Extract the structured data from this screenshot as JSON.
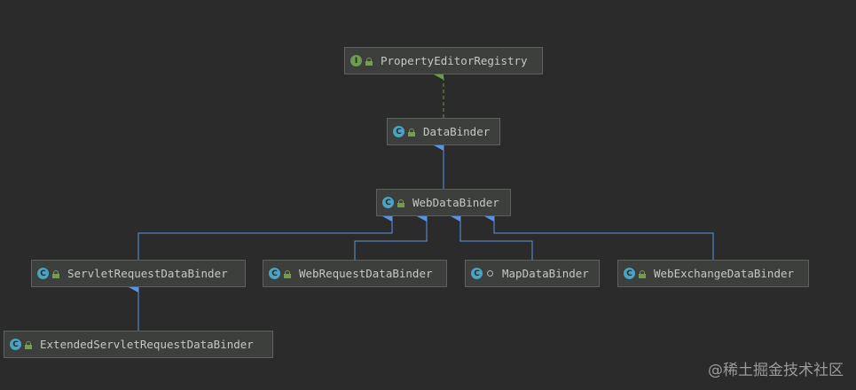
{
  "nodes": {
    "property_editor_registry": {
      "label": "PropertyEditorRegistry",
      "kind": "interface",
      "badge": "I"
    },
    "data_binder": {
      "label": "DataBinder",
      "kind": "class",
      "badge": "C"
    },
    "web_data_binder": {
      "label": "WebDataBinder",
      "kind": "class",
      "badge": "C"
    },
    "servlet_request_data_binder": {
      "label": "ServletRequestDataBinder",
      "kind": "class",
      "badge": "C"
    },
    "web_request_data_binder": {
      "label": "WebRequestDataBinder",
      "kind": "class",
      "badge": "C"
    },
    "map_data_binder": {
      "label": "MapDataBinder",
      "kind": "class",
      "badge": "C"
    },
    "web_exchange_data_binder": {
      "label": "WebExchangeDataBinder",
      "kind": "class",
      "badge": "C"
    },
    "extended_servlet_request_data_binder": {
      "label": "ExtendedServletRequestDataBinder",
      "kind": "class",
      "badge": "C"
    }
  },
  "edges": [
    {
      "from": "data_binder",
      "to": "property_editor_registry",
      "type": "implements"
    },
    {
      "from": "web_data_binder",
      "to": "data_binder",
      "type": "extends"
    },
    {
      "from": "servlet_request_data_binder",
      "to": "web_data_binder",
      "type": "extends"
    },
    {
      "from": "web_request_data_binder",
      "to": "web_data_binder",
      "type": "extends"
    },
    {
      "from": "map_data_binder",
      "to": "web_data_binder",
      "type": "extends"
    },
    {
      "from": "web_exchange_data_binder",
      "to": "web_data_binder",
      "type": "extends"
    },
    {
      "from": "extended_servlet_request_data_binder",
      "to": "servlet_request_data_binder",
      "type": "extends"
    }
  ],
  "colors": {
    "background": "#2b2b2b",
    "extends_edge": "#5b94e0",
    "implements_edge": "#6a9a4e",
    "class_badge": "#4aa3bf",
    "interface_badge": "#6e9b4f"
  },
  "watermark": "@稀土掘金技术社区"
}
